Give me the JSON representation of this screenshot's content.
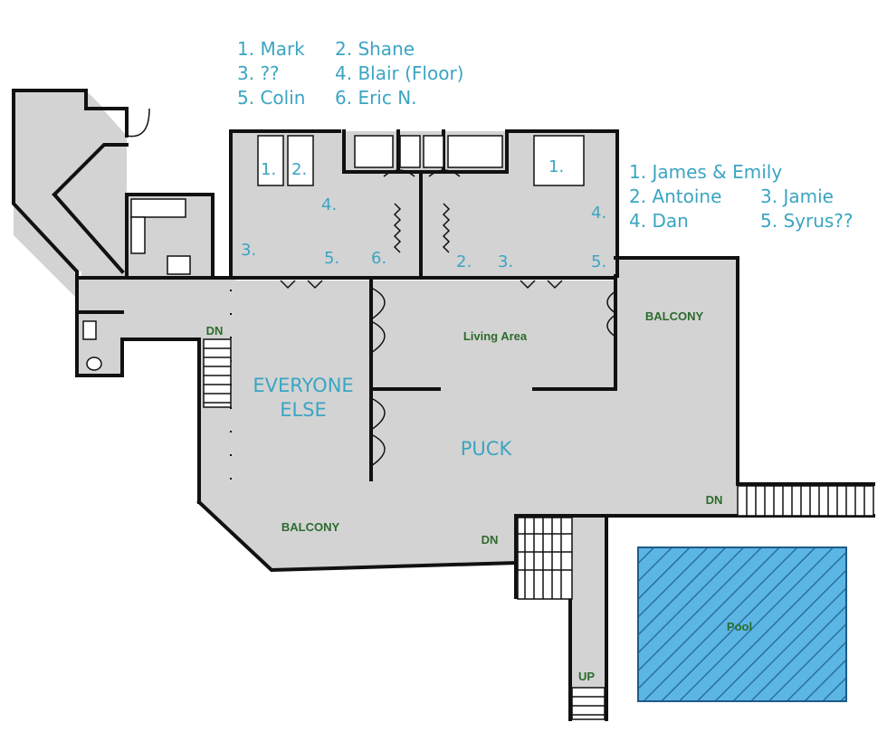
{
  "legend_top": [
    "1. Mark",
    "2. Shane",
    "3. ??",
    "4. Blair (Floor)",
    "5. Colin",
    "6. Eric N."
  ],
  "legend_right": [
    "1. James & Emily",
    "2. Antoine",
    "3. Jamie",
    "4. Dan",
    "5. Syrus??"
  ],
  "left_room_numbers": [
    "1.",
    "2.",
    "3.",
    "4.",
    "5.",
    "6."
  ],
  "right_room_numbers": [
    "1.",
    "2.",
    "3.",
    "4.",
    "5."
  ],
  "areas": {
    "everyone_else_line1": "EVERYONE",
    "everyone_else_line2": "ELSE",
    "puck": "PUCK"
  },
  "room_labels": {
    "living_area": "Living Area",
    "balcony_right": "BALCONY",
    "balcony_bottom": "BALCONY",
    "pool": "Pool",
    "dn_left": "DN",
    "dn_middle": "DN",
    "dn_right": "DN",
    "up": "UP"
  },
  "colors": {
    "annotation": "#3aa5c2",
    "room_label": "#2c6b2c",
    "floor": "#d3d3d3",
    "pool": "#4aa8d8"
  }
}
